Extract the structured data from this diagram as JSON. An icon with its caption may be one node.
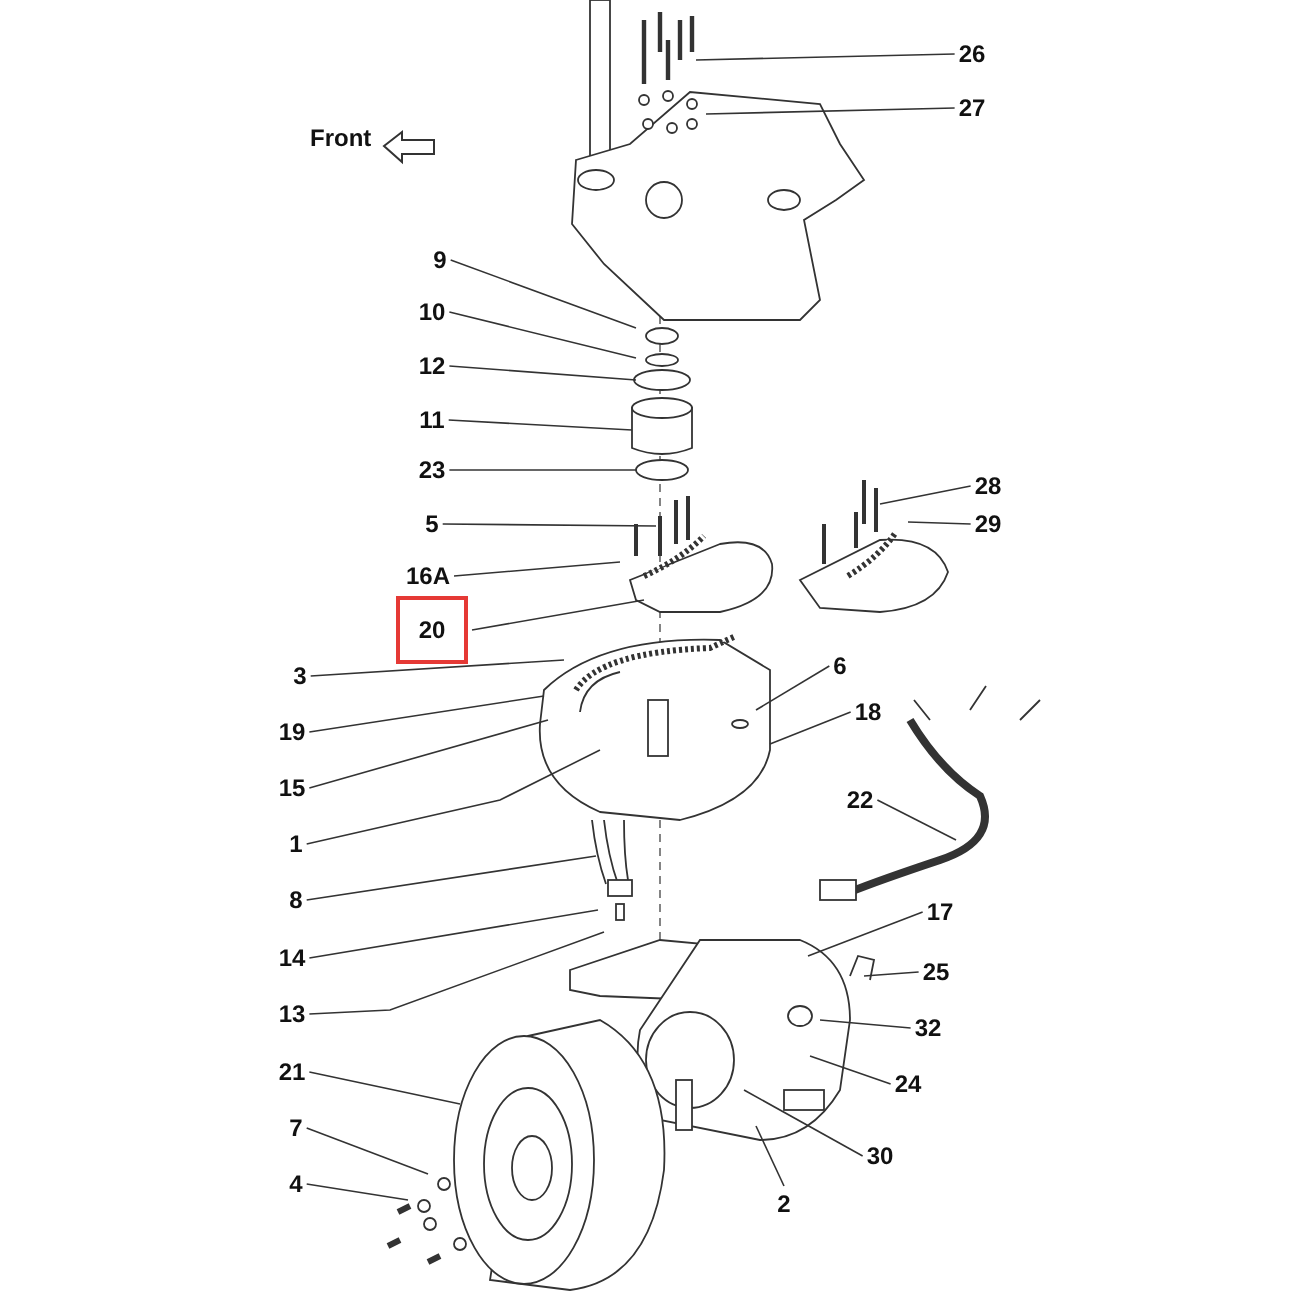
{
  "diagram": {
    "nodes": [
      {
        "text": [
          "26"
        ]
      },
      {
        "text": [
          "27"
        ]
      },
      {
        "text": [
          "9"
        ]
      },
      {
        "text": [
          "10"
        ]
      },
      {
        "text": [
          "12"
        ]
      },
      {
        "text": [
          "11"
        ]
      },
      {
        "text": [
          "23"
        ]
      },
      {
        "text": [
          "28"
        ]
      },
      {
        "text": [
          "5"
        ]
      },
      {
        "text": [
          "29"
        ]
      },
      {
        "text": [
          "16A"
        ]
      },
      {
        "text": [
          "20"
        ]
      },
      {
        "text": [
          "3"
        ]
      },
      {
        "text": [
          "6"
        ]
      },
      {
        "text": [
          "18"
        ]
      },
      {
        "text": [
          "19"
        ]
      },
      {
        "text": [
          "15"
        ]
      },
      {
        "text": [
          "22"
        ]
      },
      {
        "text": [
          "1"
        ]
      },
      {
        "text": [
          "8"
        ]
      },
      {
        "text": [
          "17"
        ]
      },
      {
        "text": [
          "14"
        ]
      },
      {
        "text": [
          "25"
        ]
      },
      {
        "text": [
          "13"
        ]
      },
      {
        "text": [
          "32"
        ]
      },
      {
        "text": [
          "21"
        ]
      },
      {
        "text": [
          "24"
        ]
      },
      {
        "text": [
          "7"
        ]
      },
      {
        "text": [
          "30"
        ]
      },
      {
        "text": [
          "4"
        ]
      },
      {
        "text": [
          "2"
        ]
      }
    ],
    "edges": [
      {
        "from": 0,
        "to": null,
        "arrow": "none"
      },
      {
        "from": 1,
        "to": null,
        "arrow": "none"
      },
      {
        "from": 2,
        "to": null,
        "arrow": "none"
      },
      {
        "from": 3,
        "to": null,
        "arrow": "none"
      },
      {
        "from": 4,
        "to": null,
        "arrow": "none"
      },
      {
        "from": 5,
        "to": null,
        "arrow": "none"
      },
      {
        "from": 6,
        "to": null,
        "arrow": "none"
      },
      {
        "from": 7,
        "to": null,
        "arrow": "none"
      },
      {
        "from": 8,
        "to": null,
        "arrow": "none"
      },
      {
        "from": 9,
        "to": null,
        "arrow": "none"
      },
      {
        "from": 10,
        "to": null,
        "arrow": "none"
      },
      {
        "from": 11,
        "to": null,
        "arrow": "none"
      },
      {
        "from": 12,
        "to": null,
        "arrow": "none"
      },
      {
        "from": 13,
        "to": null,
        "arrow": "none"
      },
      {
        "from": 14,
        "to": null,
        "arrow": "none"
      },
      {
        "from": 15,
        "to": null,
        "arrow": "none"
      },
      {
        "from": 16,
        "to": null,
        "arrow": "none"
      },
      {
        "from": 17,
        "to": null,
        "arrow": "none"
      },
      {
        "from": 18,
        "to": null,
        "arrow": "none"
      },
      {
        "from": 19,
        "to": null,
        "arrow": "none"
      },
      {
        "from": 20,
        "to": null,
        "arrow": "none"
      },
      {
        "from": 21,
        "to": null,
        "arrow": "none"
      },
      {
        "from": 22,
        "to": null,
        "arrow": "none"
      },
      {
        "from": 23,
        "to": null,
        "arrow": "none"
      },
      {
        "from": 24,
        "to": null,
        "arrow": "none"
      },
      {
        "from": 25,
        "to": null,
        "arrow": "none"
      },
      {
        "from": 26,
        "to": null,
        "arrow": "none"
      },
      {
        "from": 27,
        "to": null,
        "arrow": "none"
      },
      {
        "from": 28,
        "to": null,
        "arrow": "none"
      },
      {
        "from": 29,
        "to": null,
        "arrow": "none"
      },
      {
        "from": 30,
        "to": null,
        "arrow": "none"
      }
    ],
    "labels": [
      "Front"
    ]
  }
}
